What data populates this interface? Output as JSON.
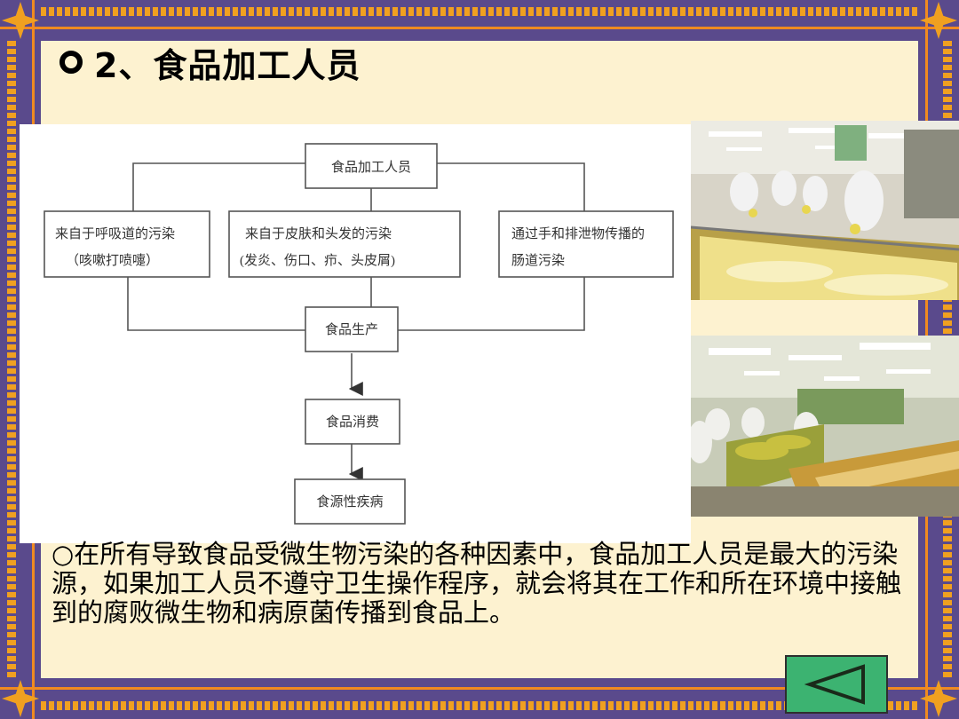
{
  "slide": {
    "title": "2、食品加工人员",
    "body": "○在所有导致食品受微生物污染的各种因素中，食品加工人员是最大的污染源，如果加工人员不遵守卫生操作程序，就会将其在工作和所在环境中接触到的腐败微生物和病原菌传播到食品上。"
  },
  "diagram": {
    "top_node": "食品加工人员",
    "sources": [
      {
        "line1": "来自于呼吸道的污染",
        "line2": "（咳嗽打喷嚏）"
      },
      {
        "line1": "来自于皮肤和头发的污染",
        "line2": "(发炎、伤口、疖、头皮屑)"
      },
      {
        "line1": "通过手和排泄物传播的",
        "line2": "肠道污染"
      }
    ],
    "production": "食品生产",
    "consumption": "食品消费",
    "disease": "食源性疾病"
  },
  "colors": {
    "background": "#fdf2d0",
    "frame": "#5a4a8c",
    "frame_accent": "#f0a020",
    "button": "#3cb371"
  },
  "icons": {
    "bullet": "circle-bullet-icon",
    "back": "triangle-left-icon"
  }
}
